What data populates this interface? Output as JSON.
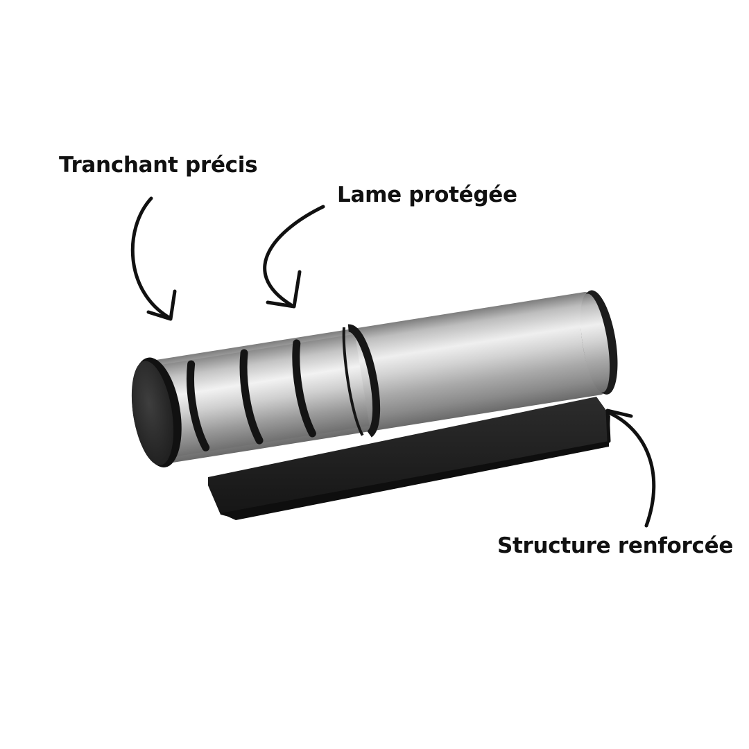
{
  "annotations": [
    {
      "text": "Tranchant précis"
    },
    {
      "text": "Lame protégée"
    },
    {
      "text": "Structure renforcée"
    }
  ],
  "colors": {
    "background": "#ffffff",
    "text": "#111111",
    "arrow": "#111111",
    "base": "#1f1f1f",
    "steel_light": "#e6e6e6",
    "steel_dark": "#6f6f6f",
    "end_cap": "#2a2a2a"
  }
}
